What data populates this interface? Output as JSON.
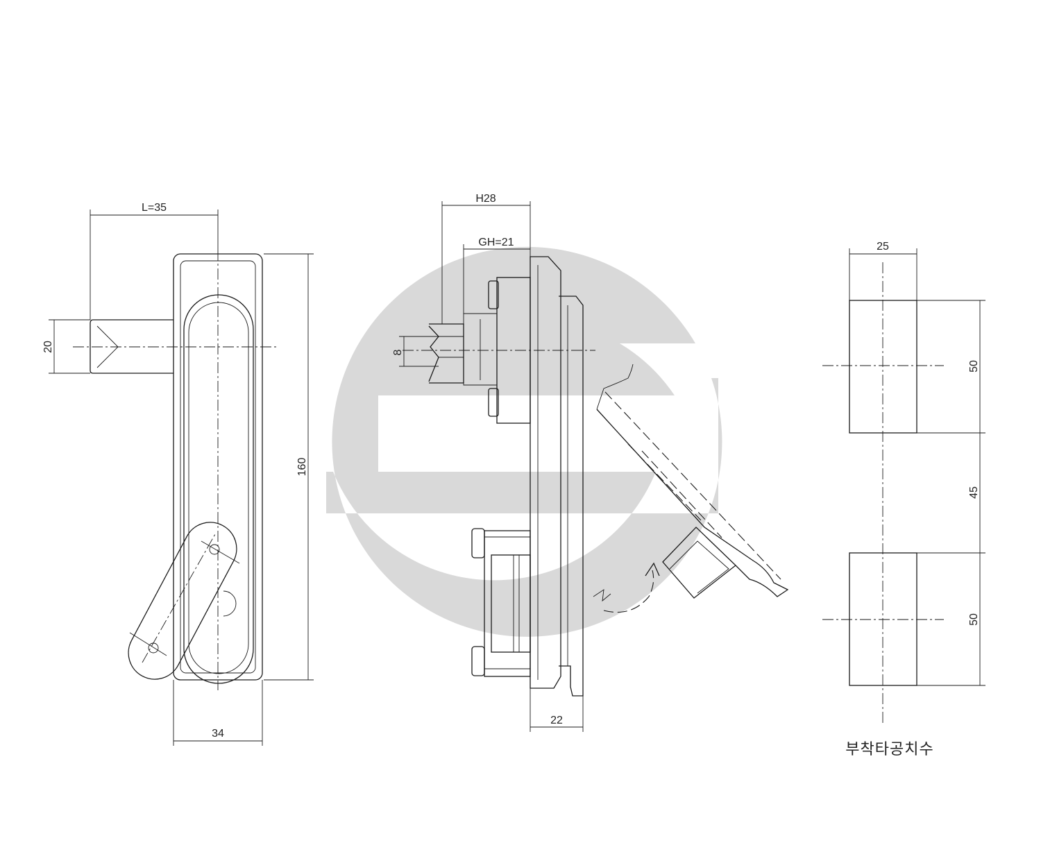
{
  "watermark": {
    "color": "#d9d9d9",
    "name": "company-logo-watermark"
  },
  "dimensions": {
    "front_length": "L=35",
    "front_key_width": "20",
    "front_height": "160",
    "front_width": "34",
    "side_total_depth": "H28",
    "side_grip_depth": "GH=21",
    "side_square": "8",
    "side_base_depth": "22",
    "cutout_width": "25",
    "cutout_top_height": "50",
    "cutout_gap": "45",
    "cutout_bottom_height": "50"
  },
  "captions": {
    "cutout_title": "부착타공치수"
  },
  "colors": {
    "line": "#1a1a1a"
  }
}
